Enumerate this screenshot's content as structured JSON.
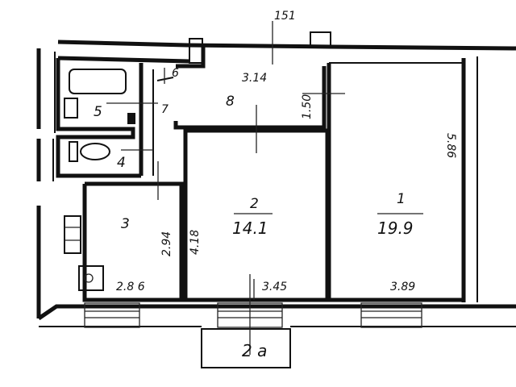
{
  "plan": {
    "labels": {
      "top_code": "151",
      "sign_6": "6",
      "sign_7": "7",
      "dim_kitchen_top": "3.14",
      "dim_corridor_right": "1.50",
      "room8": "8",
      "room5": "5",
      "room4": "4",
      "room3": "3",
      "dim_room3_height": "2.94",
      "dim_room3_width": "2.8 6",
      "dim_room2_height": "4.18",
      "room2_num": "2",
      "room2_area": "14.1",
      "dim_room2_width": "3.45",
      "room1_num": "1",
      "room1_area": "19.9",
      "dim_room1_height": "5.86",
      "dim_room1_width": "3.89",
      "entrance": "2 a"
    }
  }
}
